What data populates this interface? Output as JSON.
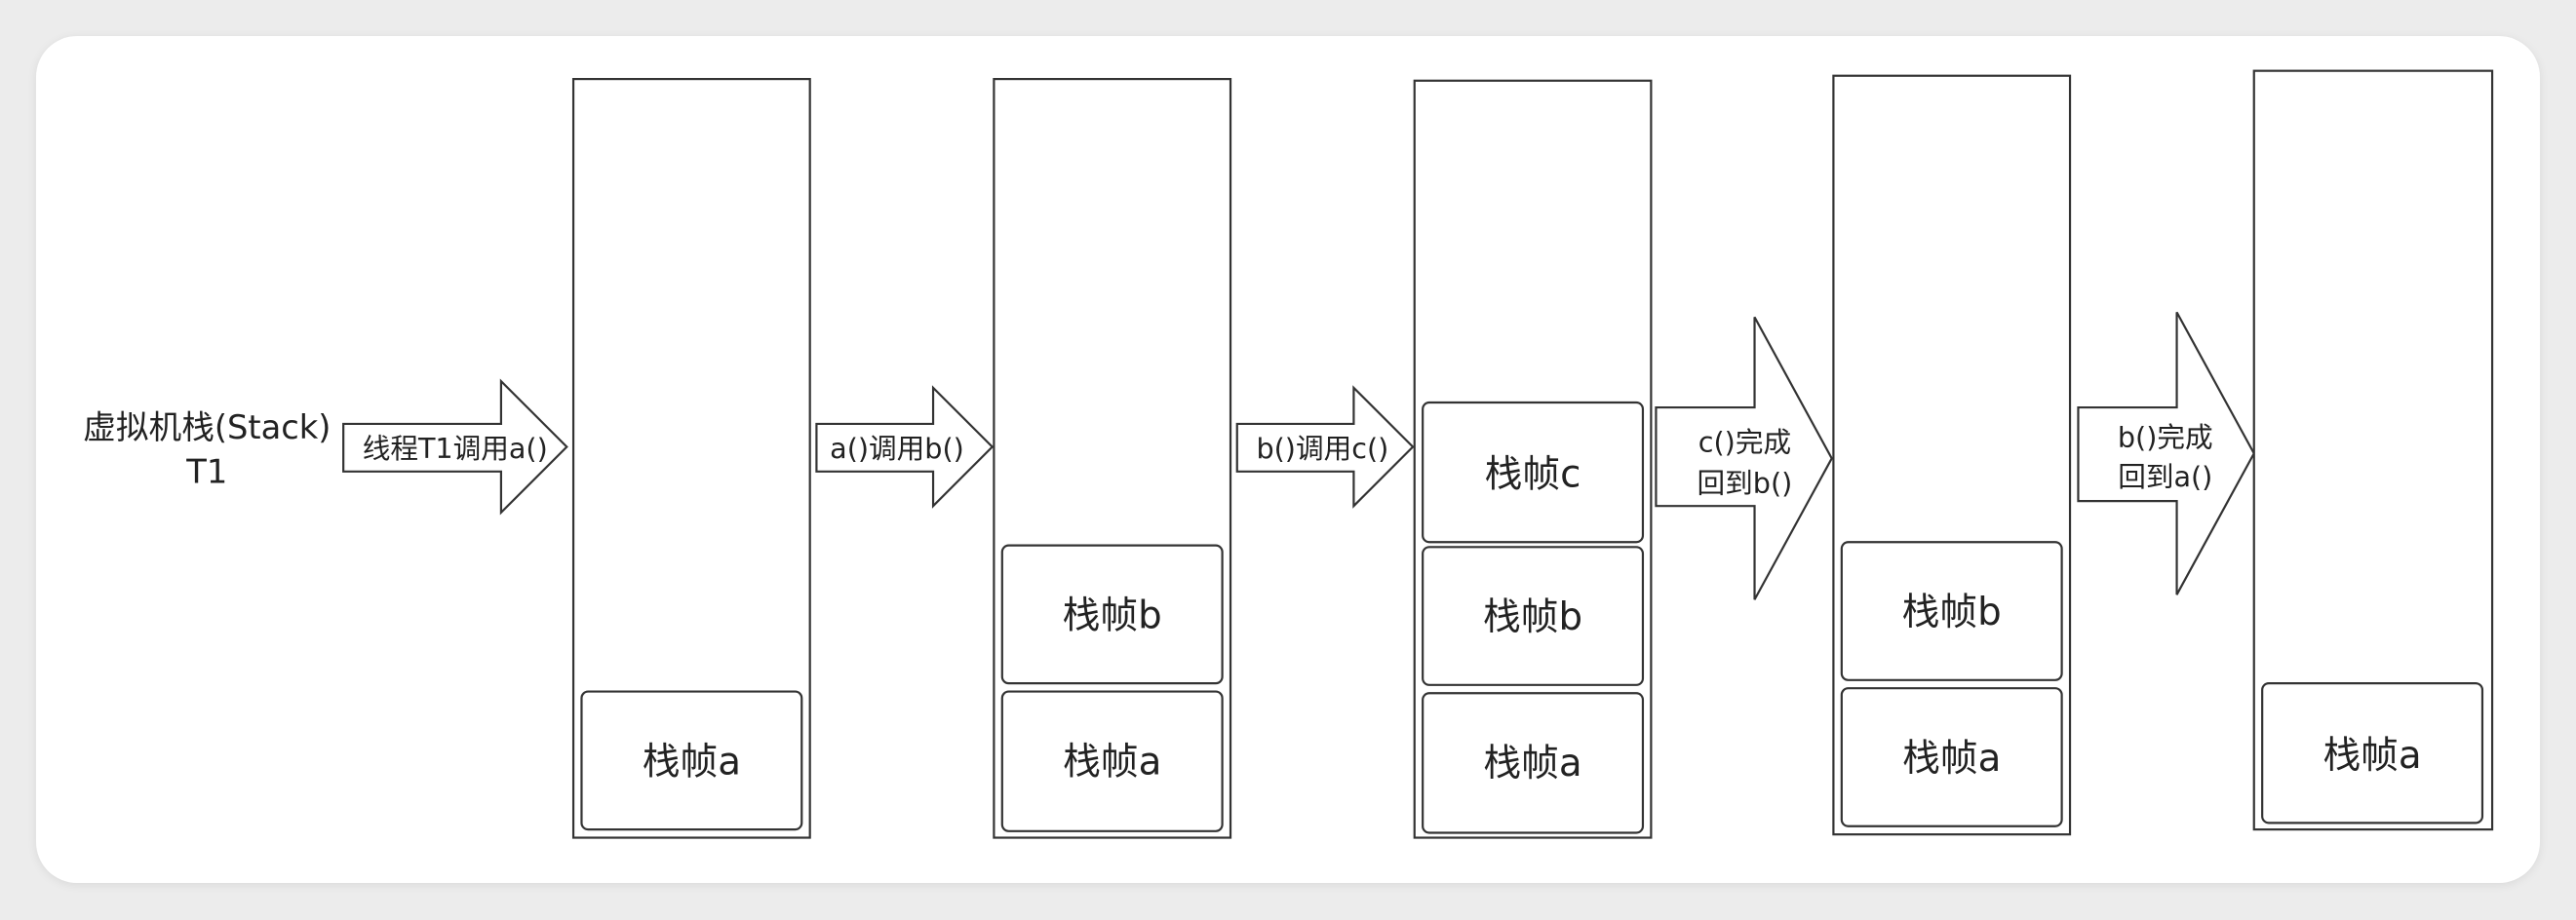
{
  "title_lines": [
    "虚拟机栈(Stack)",
    "T1"
  ],
  "arrows": [
    {
      "label_lines": [
        "线程T1调用a()"
      ]
    },
    {
      "label_lines": [
        "a()调用b()"
      ]
    },
    {
      "label_lines": [
        "b()调用c()"
      ]
    },
    {
      "label_lines": [
        "c()完成",
        "回到b()"
      ]
    },
    {
      "label_lines": [
        "b()完成",
        "回到a()"
      ]
    }
  ],
  "stacks": [
    {
      "frames": [
        "栈帧a"
      ]
    },
    {
      "frames": [
        "栈帧b",
        "栈帧a"
      ]
    },
    {
      "frames": [
        "栈帧c",
        "栈帧b",
        "栈帧a"
      ]
    },
    {
      "frames": [
        "栈帧b",
        "栈帧a"
      ]
    },
    {
      "frames": [
        "栈帧a"
      ]
    }
  ],
  "colors": {
    "page_background": "#ececec",
    "card_background": "#ffffff",
    "stroke": "#333333",
    "text": "#222222"
  }
}
